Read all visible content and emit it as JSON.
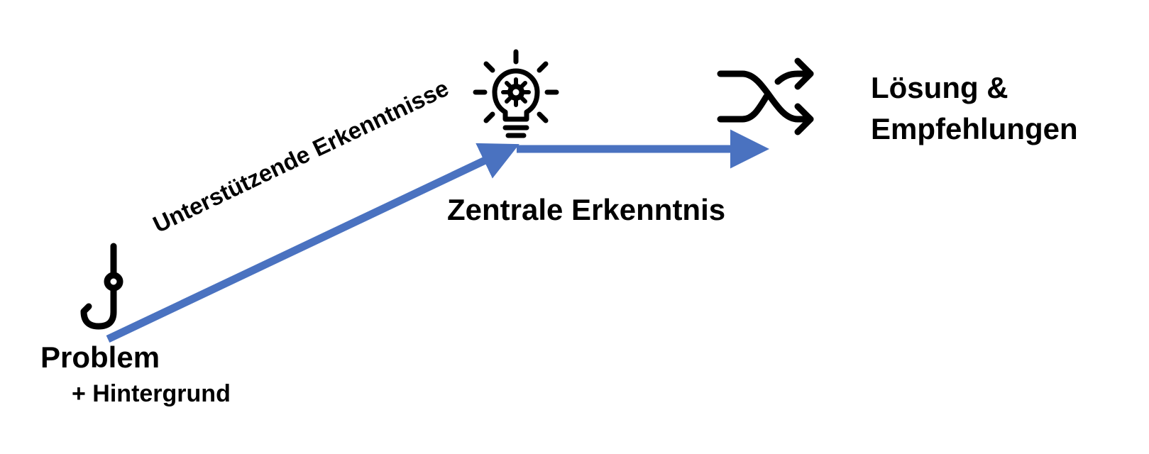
{
  "nodes": {
    "problem": {
      "label": "Problem",
      "sublabel": "+ Hintergrund",
      "icon": "fishhook-icon"
    },
    "central_insight": {
      "label": "Zentrale Erkenntnis",
      "icon": "lightbulb-gear-icon"
    },
    "solution": {
      "label_line1": "Lösung &",
      "label_line2": "Empfehlungen",
      "icon": "shuffle-arrows-icon"
    }
  },
  "edges": {
    "supporting_insights": {
      "label": "Unterstützende Erkenntnisse"
    }
  },
  "colors": {
    "arrow": "#4a72c0",
    "icon": "#000000",
    "text": "#000000",
    "background": "#ffffff"
  }
}
